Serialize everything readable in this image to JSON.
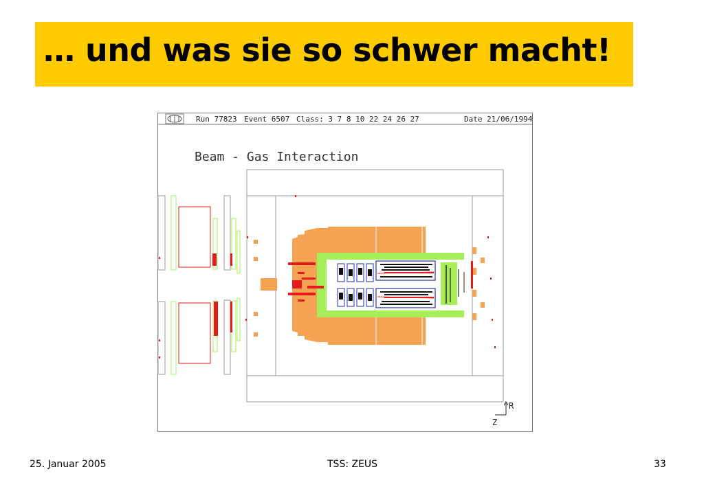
{
  "slide": {
    "title": "… und was sie so schwer macht!"
  },
  "event_display": {
    "header": {
      "run": "Run 77823",
      "event": "Event 6507",
      "class": "Class: 3 7 8 10 22 24 26 27",
      "date": "Date 21/06/1994"
    },
    "caption": "Beam - Gas Interaction",
    "axis_r": "R",
    "axis_z": "Z"
  },
  "footer": {
    "date": "25. Januar 2005",
    "center": "TSS: ZEUS",
    "page": "33"
  },
  "colors": {
    "title_bar": "#fecb00",
    "calorimeter": "#f5a352",
    "tracking": "#a6ee58",
    "hits": "#e31b1b",
    "outline": "#888888"
  }
}
